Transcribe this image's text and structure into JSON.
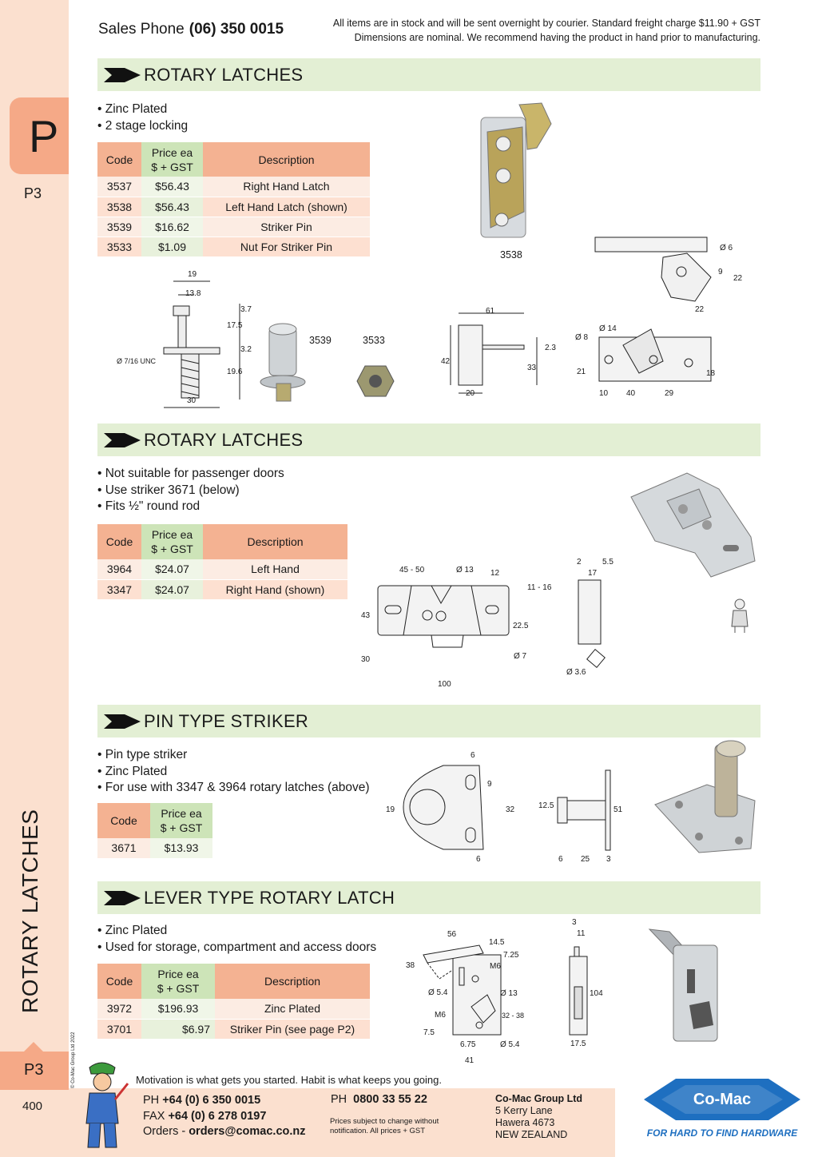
{
  "header": {
    "phone_label": "Sales Phone",
    "phone_number": "(06) 350 0015",
    "note_line1": "All items are in stock and will be sent overnight by courier. Standard freight charge $11.90 + GST",
    "note_line2": "Dimensions are nominal. We recommend having the product in hand prior to manufacturing."
  },
  "sidebar": {
    "tab_letter": "P",
    "tab_page": "P3",
    "vertical_title": "ROTARY LATCHES",
    "copyright": "© Co-Mac Group Ltd 2022",
    "bottom_tab": "P3",
    "page_number": "400"
  },
  "sections": [
    {
      "title": "ROTARY LATCHES",
      "bullets": [
        "Zinc Plated",
        "2 stage locking"
      ],
      "headers": {
        "code": "Code",
        "price1": "Price ea",
        "price2": "$ + GST",
        "desc": "Description"
      },
      "rows": [
        {
          "code": "3537",
          "price": "$56.43",
          "desc": "Right Hand Latch"
        },
        {
          "code": "3538",
          "price": "$56.43",
          "desc": "Left Hand Latch (shown)"
        },
        {
          "code": "3539",
          "price": "$16.62",
          "desc": "Striker Pin"
        },
        {
          "code": "3533",
          "price": "$1.09",
          "desc": "Nut For Striker Pin"
        }
      ],
      "labels": {
        "latch": "3538",
        "pin": "3539",
        "nut": "3533"
      },
      "dims": {
        "d19": "19",
        "d13_8": "13.8",
        "d3_7": "3.7",
        "d17_5": "17.5",
        "d3_2": "3.2",
        "d19_6": "19.6",
        "d30": "30",
        "unc": "Ø 7/16 UNC",
        "d61": "61",
        "d42": "42",
        "d33": "33",
        "d2_3": "2.3",
        "d20": "20",
        "d6": "Ø 6",
        "d9": "9",
        "d22": "22",
        "d22b": "22",
        "d8": "Ø 8",
        "d14": "Ø 14",
        "d21": "21",
        "d10": "10",
        "d40": "40",
        "d29": "29",
        "d18": "18"
      }
    },
    {
      "title": "ROTARY LATCHES",
      "bullets": [
        "Not suitable for passenger doors",
        "Use striker 3671 (below)",
        "Fits ½\" round rod"
      ],
      "headers": {
        "code": "Code",
        "price1": "Price ea",
        "price2": "$ + GST",
        "desc": "Description"
      },
      "rows": [
        {
          "code": "3964",
          "price": "$24.07",
          "desc": "Left Hand"
        },
        {
          "code": "3347",
          "price": "$24.07",
          "desc": "Right Hand (shown)"
        }
      ],
      "dims": {
        "d45": "45 - 50",
        "d13": "Ø 13",
        "d12": "12",
        "d11": "11 - 16",
        "d43": "43",
        "d22_5": "22.5",
        "d30": "30",
        "d7": "Ø 7",
        "d100": "100",
        "d2": "2",
        "d5_5": "5.5",
        "d17": "17",
        "d3_6": "Ø 3.6"
      }
    },
    {
      "title": "PIN TYPE STRIKER",
      "bullets": [
        "Pin type striker",
        "Zinc Plated",
        "For use with 3347 & 3964 rotary latches (above)"
      ],
      "headers": {
        "code": "Code",
        "price1": "Price ea",
        "price2": "$ + GST"
      },
      "rows": [
        {
          "code": "3671",
          "price": "$13.93"
        }
      ],
      "dims": {
        "d6": "6",
        "d9": "9",
        "d19": "19",
        "d32": "32",
        "d6b": "6",
        "d12_5": "12.5",
        "d51": "51",
        "d6c": "6",
        "d25": "25",
        "d3": "3"
      }
    },
    {
      "title": "LEVER TYPE ROTARY LATCH",
      "bullets": [
        "Zinc Plated",
        "Used for storage, compartment and access doors"
      ],
      "headers": {
        "code": "Code",
        "price1": "Price ea",
        "price2": "$ + GST",
        "desc": "Description"
      },
      "rows": [
        {
          "code": "3972",
          "price": "$196.93",
          "desc": "Zinc Plated"
        },
        {
          "code": "3701",
          "price": "$6.97",
          "desc": "Striker Pin (see page P2)"
        }
      ],
      "dims": {
        "d56": "56",
        "d14_5": "14.5",
        "d7_25": "7.25",
        "d38": "38",
        "m6": "M6",
        "d5_4": "Ø 5.4",
        "d13": "Ø 13",
        "m6b": "M6",
        "d32_38": "32 - 38",
        "d7_5": "7.5",
        "d6_75": "6.75",
        "d5_4b": "Ø 5.4",
        "d41": "41",
        "d3": "3",
        "d11": "11",
        "d104": "104",
        "d17_5": "17.5"
      }
    }
  ],
  "footer": {
    "motto": "Motivation is what gets you started. Habit is what keeps you going.",
    "ph_label": "PH",
    "ph": "+64 (0) 6 350 0015",
    "fax_label": "FAX",
    "fax": "+64 (0) 6 278 0197",
    "orders_label": "Orders -",
    "orders": "orders@comac.co.nz",
    "ph2_label": "PH",
    "ph2": "0800 33 55 22",
    "price_note1": "Prices subject to change without",
    "price_note2": "notification. All prices + GST",
    "company": "Co-Mac Group Ltd",
    "addr1": "5 Kerry Lane",
    "addr2": "Hawera 4673",
    "addr3": "NEW ZEALAND",
    "logo_text": "Co-Mac",
    "logo_tagline": "FOR HARD TO FIND HARDWARE"
  },
  "colors": {
    "banner": "#e3efd4",
    "salmon": "#f4b292",
    "green": "#cde4b8",
    "sidebar": "#fbe0cf",
    "logo_blue": "#1e6fc0"
  }
}
